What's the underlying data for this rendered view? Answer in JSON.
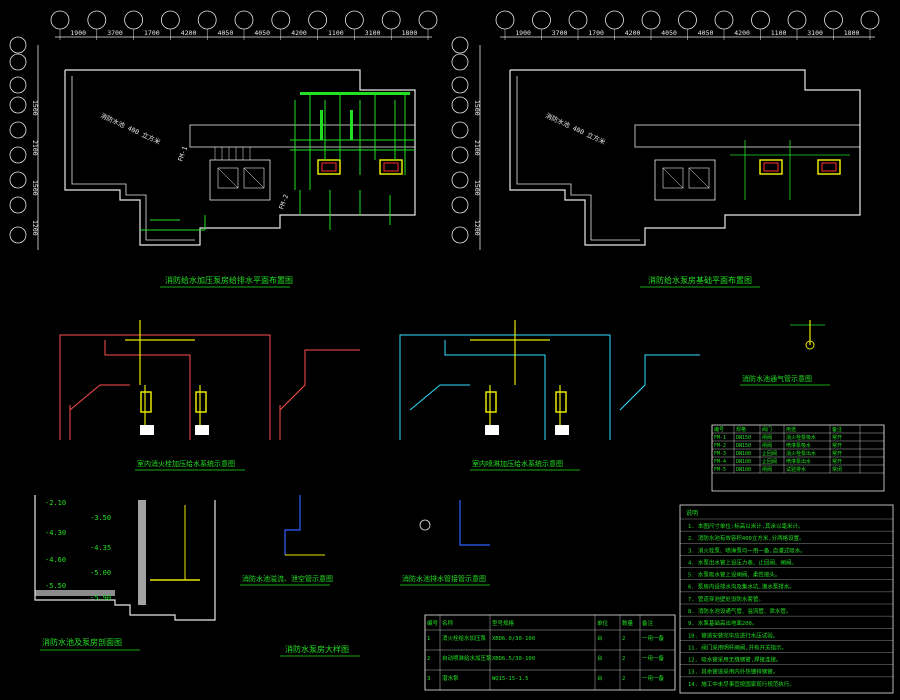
{
  "plan_top_dims": [
    "1900",
    "3700",
    "1700",
    "4200",
    "4050",
    "4050",
    "4200",
    "1100",
    "3100",
    "1800"
  ],
  "plan_left_dims": [
    "1500",
    "2100",
    "1500",
    "1200"
  ],
  "plan_left_dims2": [
    "2100",
    "1500",
    "1200"
  ],
  "plan_labels": {
    "pool_left": "消防水池  400 立方米",
    "pool_right": "消防水池  400 立方米",
    "title_left": "消防给水加压泵房给排水平面布置图",
    "title_right": "消防给水泵房基础平面布置图"
  },
  "section_titles": {
    "sys_left": "室内消火栓加压给水系统示意图",
    "sys_right": "室内喷淋加压给水系统示意图",
    "small_right": "消防水池通气管示意图",
    "pool_section": "消防水池及泵房剖面图",
    "pump_detail": "消防水泵房大样图",
    "drain1": "消防水池溢流、泄空管示意图",
    "drain2": "消防水池排水管接管示意图"
  },
  "elevations": [
    "-2.10",
    "-3.50",
    "-4.30",
    "-4.35",
    "-4.60",
    "-5.00",
    "-5.50",
    "-5.90"
  ],
  "equipment_table": {
    "headers": [
      "编号",
      "名称",
      "型号规格",
      "单位",
      "数量",
      "备注"
    ],
    "rows": [
      [
        "1",
        "消火栓给水加压泵",
        "XBD6.0/30-100",
        "台",
        "2",
        "一用一备"
      ],
      [
        "2",
        "自动喷淋给水加压泵",
        "XBD6.5/30-100",
        "台",
        "2",
        "一用一备"
      ],
      [
        "3",
        "潜水泵",
        "WQ15-15-1.5",
        "台",
        "2",
        "一用一备"
      ]
    ]
  },
  "valve_table": {
    "headers": [
      "编号",
      "规格",
      "阀门",
      "用途",
      "备注"
    ],
    "rows": [
      [
        "FM-1",
        "DN150",
        "闸阀",
        "消火栓泵吸水",
        "常开"
      ],
      [
        "FM-2",
        "DN150",
        "闸阀",
        "喷淋泵吸水",
        "常开"
      ],
      [
        "FM-3",
        "DN100",
        "止回阀",
        "消火栓泵出水",
        "常开"
      ],
      [
        "FM-4",
        "DN100",
        "止回阀",
        "喷淋泵出水",
        "常开"
      ],
      [
        "FM-5",
        "DN100",
        "闸阀",
        "试验排水",
        "常闭"
      ]
    ]
  },
  "notes_title": "说明",
  "notes": [
    "1. 本图尺寸单位:标高以米计,其余以毫米计。",
    "2. 消防水池有效容积400立方米,分两格设置。",
    "3. 消火栓泵、喷淋泵均一用一备,自灌式吸水。",
    "4. 水泵出水管上设压力表、止回阀、闸阀。",
    "5. 水泵吸水管上设闸阀、柔性接头。",
    "6. 泵房内设排水沟及集水坑,潜水泵排水。",
    "7. 管道穿池壁处设防水套管。",
    "8. 消防水池设通气管、溢流管、泄水管。",
    "9. 水泵基础高出地面200。",
    "10. 管道安装完毕应进行水压试验。",
    "11. 阀门采用明杆闸阀,并有开关指示。",
    "12. 吸水管采用无缝钢管,焊接连接。",
    "13. 其余管道采用内外热镀锌钢管。",
    "14. 施工中未尽事宜按国家现行规范执行。"
  ]
}
